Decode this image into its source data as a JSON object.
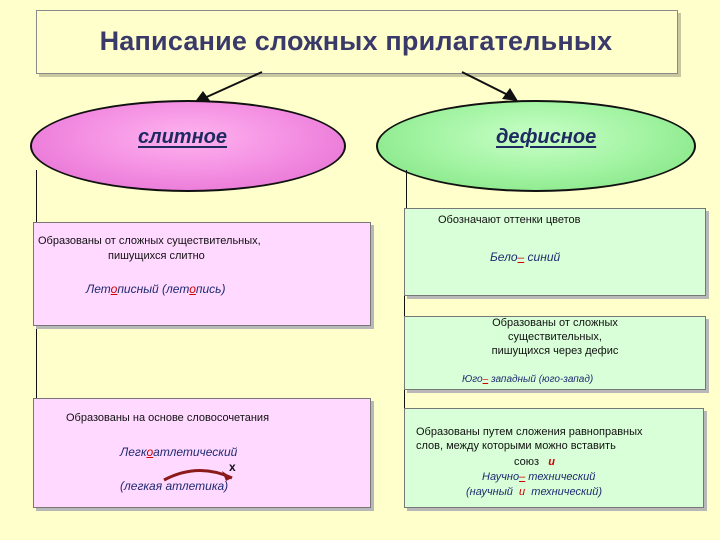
{
  "title": "Написание сложных прилагательных",
  "left_branch": {
    "label": "слитное",
    "box1": {
      "rule_line1": "Образованы  от сложных   существительных,",
      "rule_line2": "пишущихся слитно",
      "example_p1": "Лет",
      "example_vowel": "о",
      "example_p2": "писный (лет",
      "example_vowel2": "о",
      "example_p3": "пись)"
    },
    "box2": {
      "rule": "Образованы на основе словосочетания",
      "example_p1": "Легк",
      "example_vowel": "о",
      "example_p2": "атлетический",
      "cross": "x",
      "source": "(легкая  атлетика)"
    }
  },
  "right_branch": {
    "label": "дефисное",
    "box1": {
      "rule": "Обозначают  оттенки  цветов",
      "example_p1": "Бело",
      "example_dash": "–",
      "example_p2": " синий"
    },
    "box2": {
      "rule_line1": "Образованы  от сложных",
      "rule_line2": "существительных,",
      "rule_line3": "пишущихся через дефис",
      "example_p1": "Юго",
      "example_dash": "–",
      "example_p2": " западный  (юго-запад)"
    },
    "box3": {
      "rule_line1": "Образованы путем  сложения равноправных",
      "rule_line2": "слов, между которыми можно вставить",
      "rule_line3a": "союз   ",
      "conj": "и",
      "example_p1": "Научно",
      "example_dash": "–",
      "example_p2": " технический",
      "source_p1": "(научный  ",
      "source_conj": "и",
      "source_p2": "  технический)"
    }
  },
  "colors": {
    "background": "#ffffcc",
    "pink_fill": "#ffd9ff",
    "green_fill": "#d9ffd9",
    "accent_red": "#d00000",
    "text_navy": "#1e2a70"
  }
}
